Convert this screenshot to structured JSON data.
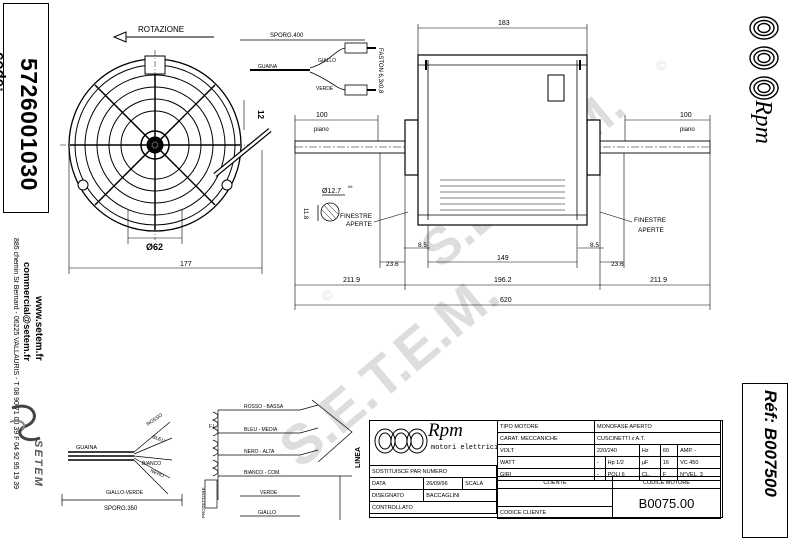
{
  "left_panel": {
    "code_label": "code:",
    "code_value": "5726001030",
    "company_url": "www.setem.fr",
    "company_email": "commercial@setem.fr",
    "company_address": "885 chemin St Bernard - 06225 VALLAURIS - T 08 90 71 00 39  F 04 92 95 19 39",
    "logo_text": "SETEM"
  },
  "right_panel": {
    "ref_label": "Réf: B007500",
    "brand": "Rpm"
  },
  "drawing": {
    "rotation_label": "ROTAZIONE",
    "sporg_top": "SPORG.400",
    "faston_label": "FASTON 6,3x0,8",
    "wire_guaina": "GUAINA",
    "wire_giallo": "GIALLO",
    "wire_verde": "VERDE",
    "dim_12": "12",
    "dim_62": "Ø62",
    "dim_177": "177",
    "dim_183": "183",
    "dim_100_left": "100",
    "piano_left": "piano",
    "dim_100_right": "100",
    "piano_right": "piano",
    "shaft_diam": "Ø12.7",
    "shaft_tol": "h6",
    "dim_11_8": "11.8",
    "finestre_left_1": "FINESTRE",
    "finestre_left_2": "APERTE",
    "finestre_right_1": "FINESTRE",
    "finestre_right_2": "APERTE",
    "dim_8_5_left": "8.5",
    "dim_8_5_right": "8.5",
    "dim_23_6_left": "23.6",
    "dim_23_6_right": "23.6",
    "dim_149": "149",
    "dim_211_9_left": "211.9",
    "dim_196_2": "196.2",
    "dim_211_9_right": "211.9",
    "dim_620": "620",
    "watermark": "S.E.T.E.M.",
    "watermark_copy": "©"
  },
  "wiring": {
    "guaina": "GUAINA",
    "leads": [
      "ROSSO",
      "BLEU",
      "NERO",
      "BIANCO",
      "GIALLO-VERDE"
    ],
    "sporg_bottom": "SPORG.350",
    "fl": "F.L.",
    "rosso_bassa": "ROSSO - BASSA",
    "bleu_media": "BLEU - MEDIA",
    "nero_alta": "NERO - ALTA",
    "bianco_com": "BIANCO - COM.",
    "verde": "VERDE",
    "giallo": "GIALLO",
    "protettore": "PROTETTORE",
    "linea": "LINEA"
  },
  "title_block": {
    "brand": "Rpm",
    "brand_sub": "motori elettrici",
    "tipo_motore_label": "TIPO MOTORE",
    "tipo_motore": "MONOFASE APERTO",
    "carat_label": "CARAT. MECCANICHE",
    "carat": "CUSCINETTI x A.T.",
    "volt_label": "VOLT",
    "volt": "220/240",
    "hz_label": "Hz",
    "hz": "60",
    "amp_label": "AMP.",
    "amp": "-",
    "watt_label": "WATT",
    "watt": "-",
    "hp_label": "Hp",
    "hp": "1/2",
    "mf_label": "µF",
    "mf": "16",
    "vc_label": "VC",
    "vc": "450",
    "giri_label": "GIRI",
    "giri": "-",
    "poli_label": "POLI",
    "poli": "6",
    "cl_label": "CL.",
    "cl": "F",
    "nvel_label": "N°VEL.",
    "nvel": "3",
    "sostituisce_label": "SOSTITUISCE PAR NUMERO",
    "cliente_label": "CLIENTE",
    "codice_motore_label": "CODICE MOTORE",
    "data_label": "DATA",
    "data": "26/09/96",
    "scala_label": "SCALA",
    "disegnato_label": "DISEGNATO",
    "disegnato": "BACCAGLINI",
    "controllato_label": "CONTROLLATO",
    "codice_cliente_label": "CODICE CLIENTE",
    "codice_motore": "B0075.00"
  }
}
